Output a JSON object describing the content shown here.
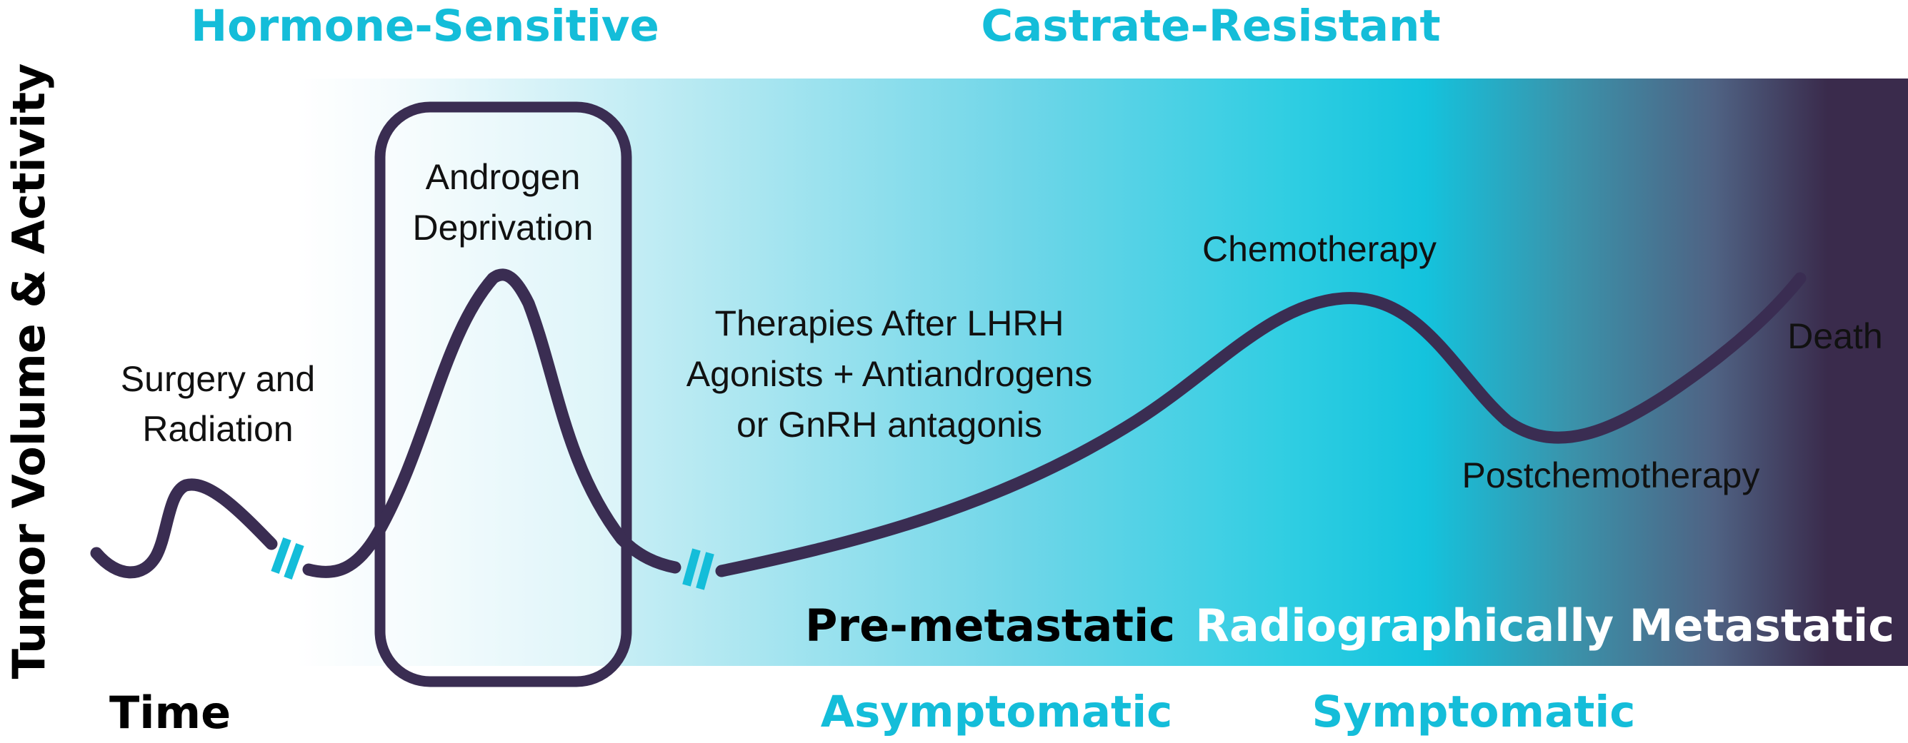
{
  "colors": {
    "accent_cyan": "#14bdd9",
    "curve": "#3a2d52",
    "dark_end": "#3a2b4c",
    "text_dark": "#000000",
    "text_light": "#ffffff"
  },
  "phases_top": {
    "hormone_sensitive": "Hormone-Sensitive",
    "castrate_resistant": "Castrate-Resistant"
  },
  "axes": {
    "y_label": "Tumor Volume & Activity",
    "x_label": "Time"
  },
  "stages": {
    "pre_metastatic": "Pre-metastatic",
    "radiographically_metastatic": "Radiographically Metastatic"
  },
  "symptoms": {
    "asymptomatic": "Asymptomatic",
    "symptomatic": "Symptomatic"
  },
  "annotations": {
    "surgery": [
      "Surgery and",
      "Radiation"
    ],
    "androgen": [
      "Androgen",
      "Deprivation"
    ],
    "therapies": [
      "Therapies After LHRH",
      "Agonists + Antiandrogens",
      "or GnRH antagonis"
    ],
    "chemotherapy": "Chemotherapy",
    "death": "Death",
    "postchemotherapy": "Postchemotherapy"
  },
  "icons": {
    "break_marks": "double-slash-break-icon"
  }
}
